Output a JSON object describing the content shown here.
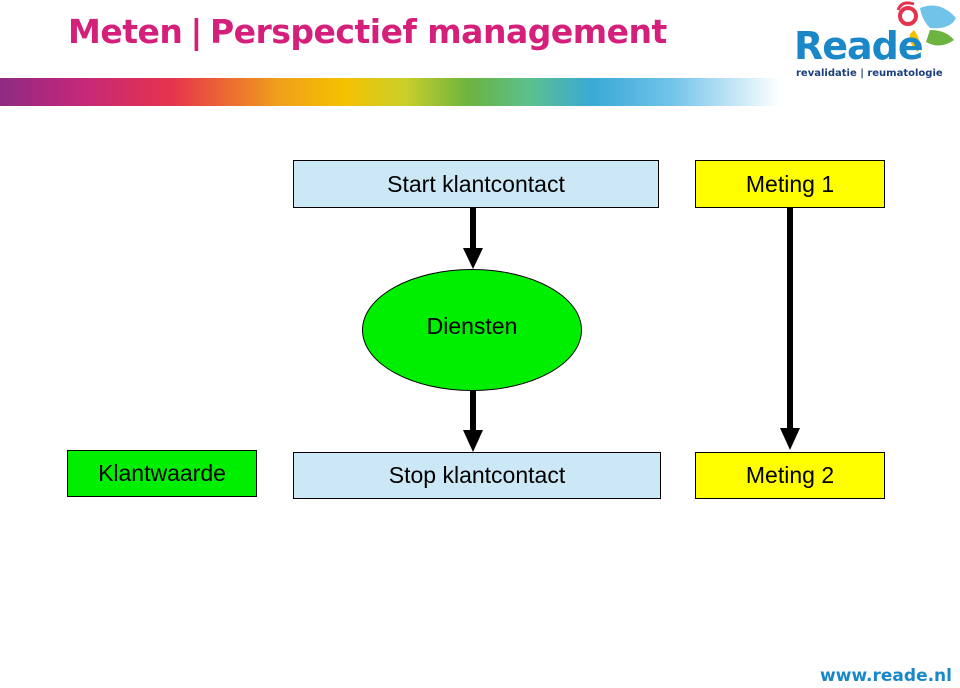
{
  "header": {
    "title_part1": "Meten",
    "separator": "|",
    "title_part2": "Perspectief management"
  },
  "logo": {
    "word": "Reade",
    "tagline": "revalidatie | reumatologie"
  },
  "diagram": {
    "start_box": "Start klantcontact",
    "meting1_box": "Meting 1",
    "diensten_ellipse": "Diensten",
    "klantwaarde_box": "Klantwaarde",
    "stop_box": "Stop klantcontact",
    "meting2_box": "Meting 2"
  },
  "footer": {
    "url": "www.reade.nl"
  },
  "colors": {
    "title": "#d4207a",
    "box_blue": "#cce8f6",
    "box_yellow": "#ffff00",
    "box_green": "#00ee00",
    "brand_blue": "#1a87c9"
  }
}
